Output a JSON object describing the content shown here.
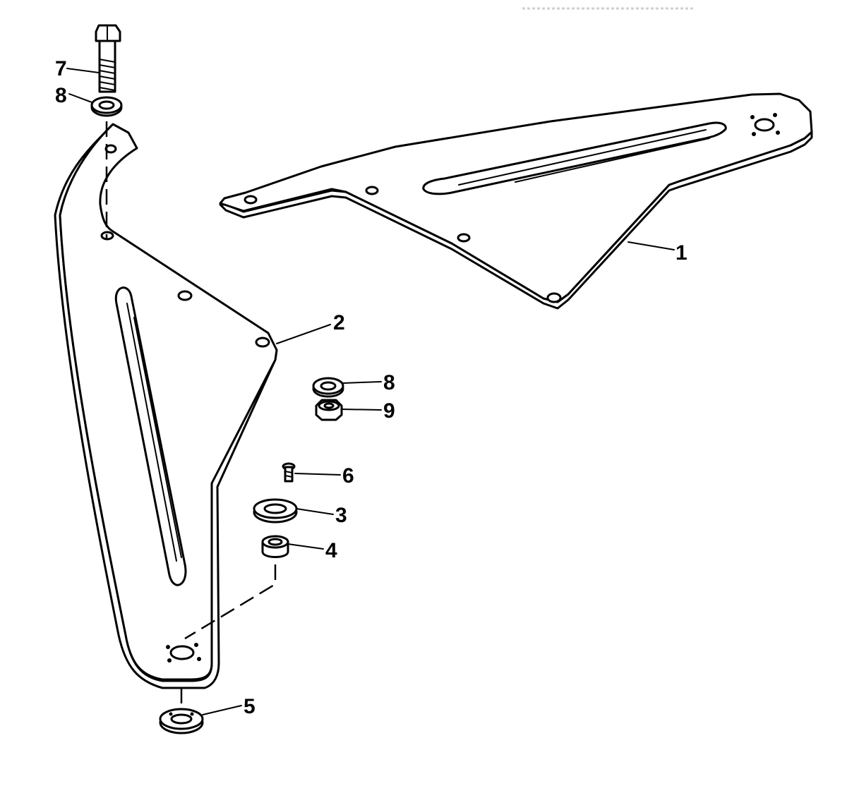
{
  "callouts": [
    {
      "id": "1",
      "label": "1",
      "part": "plate-1"
    },
    {
      "id": "2",
      "label": "2",
      "part": "plate-2"
    },
    {
      "id": "3",
      "label": "3",
      "part": "large-washer"
    },
    {
      "id": "4",
      "label": "4",
      "part": "bushing"
    },
    {
      "id": "5",
      "label": "5",
      "part": "bottom-washer"
    },
    {
      "id": "6",
      "label": "6",
      "part": "small-screw"
    },
    {
      "id": "7",
      "label": "7",
      "part": "bolt"
    },
    {
      "id": "8a",
      "label": "8",
      "part": "washer-top"
    },
    {
      "id": "8b",
      "label": "8",
      "part": "washer-mid"
    },
    {
      "id": "9",
      "label": "9",
      "part": "nut"
    }
  ]
}
